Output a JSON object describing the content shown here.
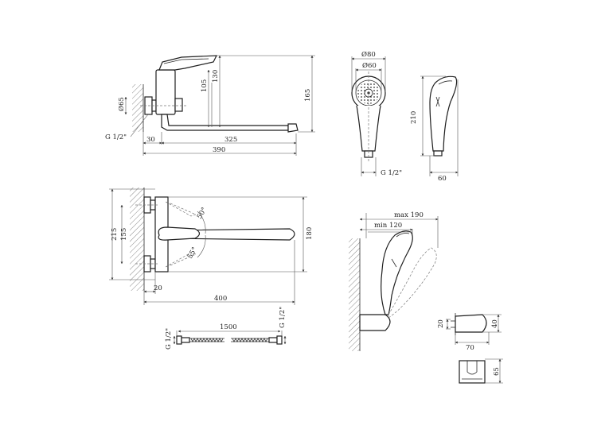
{
  "dims": {
    "faucet_side": {
      "d65": "Ø65",
      "g_half": "G 1/2\"",
      "h105": "105",
      "h130": "130",
      "h165": "165",
      "w30": "30",
      "w325": "325",
      "w390": "390"
    },
    "head_front": {
      "d80": "Ø80",
      "d60": "Ø60",
      "g_half": "G 1/2\""
    },
    "head_side": {
      "h210": "210",
      "w60": "60"
    },
    "faucet_top": {
      "h215": "215",
      "h155": "155",
      "h180": "180",
      "w20": "20",
      "w400": "400",
      "a50": "50°",
      "a55": "55°"
    },
    "hose": {
      "g_left": "G 1/2\"",
      "g_right": "G 1/2\"",
      "len": "1500"
    },
    "holder": {
      "max190": "max 190",
      "min120": "min 120"
    },
    "bracket": {
      "h20": "20",
      "h40": "40",
      "w70": "70",
      "h65": "65"
    }
  }
}
